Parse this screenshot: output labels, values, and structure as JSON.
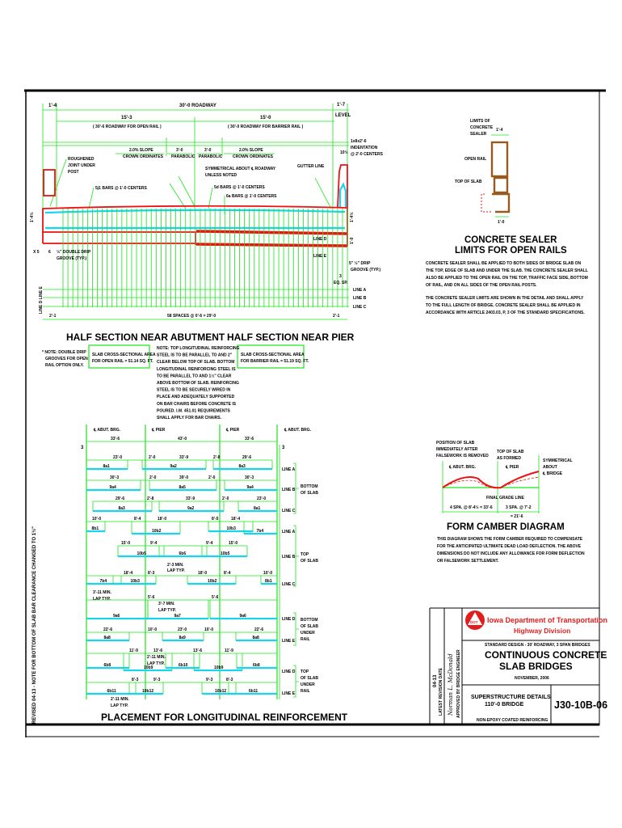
{
  "revision_note": "REVISED 04-13 - NOTE FOR BOTTOM OF SLAB BAR CLEARANCE CHANGED TO 1½\"",
  "cross_section": {
    "dim_left": "1'-4",
    "roadway": "30'-0 ROADWAY",
    "dim_right": "1'-7",
    "level": "LEVEL",
    "half_left": "15'-3",
    "half_right": "15'-0",
    "open_rail_roadway": "( 30'-6 ROADWAY FOR OPEN RAIL )",
    "barrier_rail_roadway": "( 30'-0 ROADWAY FOR BARRIER RAIL )",
    "slope_left": [
      "2.0% SLOPE",
      "CROWN ORDINATES"
    ],
    "parabolic_left": [
      "3'-0",
      "PARABOLIC"
    ],
    "parabolic_right": [
      "3'-0",
      "PARABOLIC"
    ],
    "slope_right": [
      "2.0% SLOPE",
      "CROWN ORDINATES"
    ],
    "roughened": [
      "ROUGHENED",
      "JOINT UNDER",
      "POST"
    ],
    "symmetrical": [
      "SYMMETRICAL ABOUT ℄ ROADWAY",
      "UNLESS NOTED"
    ],
    "gutter_line": "GUTTER LINE",
    "indentation": [
      "1x8x2'-6",
      "INDENTATION",
      "@ 2'-0 CENTERS"
    ],
    "ten_half": "10½",
    "bars_j1": "5j1 BARS @ 1'-0 CENTERS",
    "bars_d": "5d BARS @ 1'-0 CENTERS",
    "bars_a": "6a BARS @ 1'-0 CENTERS",
    "depth_left": "1'-4½",
    "depth_right": "1'-4½",
    "depth_right2": "1'-0",
    "x5": "X 5",
    "six": "6",
    "double_drip": [
      "½\" DOUBLE DRIP",
      "GROOVE (TYP.)"
    ],
    "drip": [
      "5\" ½\" DRIP",
      "GROOVE (TYP.)"
    ],
    "eq_sp": [
      "3",
      "EQ. SP."
    ],
    "line_d": "LINE D",
    "line_e": "LINE E",
    "line_a": "LINE A",
    "line_b": "LINE B",
    "line_c": "LINE C",
    "side_lines": "LINE D  LINE E",
    "end_left": "2'-1",
    "spaces": "58 SPACES @ 0'-6 = 29'-0",
    "end_right": "2'-1"
  },
  "sealer_detail": {
    "limits": [
      "LIMITS OF",
      "CONCRETE",
      "SEALER"
    ],
    "width": "1'-4",
    "open_rail": "OPEN RAIL",
    "top_of_slab": "TOP OF SLAB",
    "bottom_width": "1'-0",
    "title": [
      "CONCRETE SEALER",
      "LIMITS FOR OPEN RAILS"
    ],
    "para1": [
      "CONCRETE SEALER SHALL BE APPLIED TO BOTH SIDES OF BRIDGE SLAB ON",
      "THE TOP, EDGE OF SLAB AND UNDER THE SLAB. THE CONCRETE SEALER SHALL",
      "ALSO BE APPLIED TO THE OPEN RAIL ON THE TOP, TRAFFIC FACE SIDE, BOTTOM",
      "OF RAIL, AND ON ALL SIDES OF THE OPEN RAIL POSTS."
    ],
    "para2": [
      "THE CONCRETE SEALER LIMITS ARE SHOWN IN THE DETAIL AND SHALL APPLY",
      "TO THE FULL LENGTH OF BRIDGE. CONCRETE SEALER SHALL BE APPLIED IN",
      "ACCORDANCE WITH ARTICLE 2403.03, P, 3 OF THE STANDARD SPECIFICATIONS."
    ]
  },
  "half_sections": {
    "abutment_title": "HALF SECTION NEAR ABUTMENT",
    "pier_title": "HALF SECTION NEAR PIER",
    "drip_note": [
      "* NOTE: DOUBLE DRIP",
      "GROOVES FOR OPEN",
      "RAIL OPTION ONLY."
    ],
    "open_rail_area": [
      "SLAB CROSS-SECTIONAL AREA",
      "FOR OPEN RAIL = 51.14 SQ. FT."
    ],
    "barrier_rail_area": [
      "SLAB CROSS-SECTIONAL AREA",
      "FOR BARRIER RAIL = 51.19 SQ. FT."
    ],
    "top_note": [
      "NOTE: TOP LONGITUDINAL REINFORCING",
      "STEEL IS TO BE PARALLEL TO AND 2\"",
      "CLEAR BELOW TOP OF SLAB. BOTTOM",
      "LONGITUDINAL REINFORCING STEEL IS",
      "TO BE PARALLEL TO AND 1½\" CLEAR",
      "ABOVE BOTTOM OF SLAB. REINFORCING",
      "STEEL IS TO BE SECURELY WIRED IN",
      "PLACE AND ADEQUATELY SUPPORTED",
      "ON BAR CHAIRS BEFORE CONCRETE IS",
      "POURED. I.M. 451.01 REQUIREMENTS",
      "SHALL APPLY FOR BAR CHAIRS."
    ]
  },
  "placement": {
    "title": "PLACEMENT FOR LONGITUDINAL REINFORCEMENT",
    "supports": [
      "℄ ABUT. BRG.",
      "℄ PIER",
      "℄ PIER",
      "℄ ABUT. BRG."
    ],
    "spans": [
      "33'-6",
      "43'-0",
      "33'-6"
    ],
    "end_offset": "3",
    "bottom_a": {
      "dims": [
        "23'-0",
        "2'-0",
        "33'-9",
        "2'-8",
        "29'-6"
      ],
      "bars": [
        "8a1",
        "9a2",
        "8a3"
      ]
    },
    "bottom_b": {
      "dims": [
        "30'-3",
        "2'-0",
        "39'-0",
        "2'-0",
        "30'-3"
      ],
      "bars": [
        "9a4",
        "8a5",
        "9a4"
      ]
    },
    "bottom_c": {
      "dims": [
        "29'-6",
        "2'-8",
        "33'-9",
        "2'-0",
        "23'-0"
      ],
      "bars": [
        "8a3",
        "9a2",
        "8a1"
      ]
    },
    "top_a": {
      "dims": [
        "10'-0",
        "8'-4",
        "18'-0",
        "8'-5",
        "18'-4"
      ],
      "bars": [
        "8b1",
        "10b2",
        "10b3",
        "7b4"
      ]
    },
    "top_b": {
      "dims": [
        "15'-0",
        "9'-4",
        "9'-4",
        "15'-0"
      ],
      "bars": [
        "10b5",
        "6b6",
        "10b5"
      ]
    },
    "top_c": {
      "dims": [
        "18'-4",
        "8'-3",
        "18'-0",
        "8'-4",
        "10'-0"
      ],
      "bars": [
        "7b4",
        "10b3",
        "10b2",
        "8b1"
      ]
    },
    "bottom_d": {
      "dims": [
        "5'-6",
        "5'-6"
      ],
      "bars": [
        "9a6",
        "9a7",
        "9a6"
      ]
    },
    "bottom_e": {
      "dims": [
        "22'-6",
        "10'-0",
        "23'-0",
        "10'-0",
        "22'-6"
      ],
      "bars": [
        "8a8",
        "8a9",
        "8a8"
      ]
    },
    "top_d": {
      "dims": [
        "11'-9",
        "13'-6",
        "13'-6",
        "11'-9"
      ],
      "bars": [
        "6b8",
        "10b9",
        "6b10",
        "10b9",
        "6b8"
      ]
    },
    "top_e": {
      "dims": [
        "8'-3",
        "9'-3",
        "9'-3",
        "8'-3"
      ],
      "bars": [
        "6b11",
        "10b12",
        "10b12",
        "6b11"
      ]
    },
    "laps": {
      "l1": [
        "2'-3 MIN.",
        "LAP TYP."
      ],
      "l2": [
        "3'-11 MIN.",
        "LAP TYP."
      ],
      "l3": [
        "3'-7 MIN.",
        "LAP TYP."
      ],
      "l4": [
        "2'-11 MIN.",
        "LAP TYP."
      ],
      "l5": [
        "2'-11 MIN.",
        "LAP TYP."
      ]
    },
    "lines": [
      "LINE A",
      "LINE B",
      "LINE C",
      "LINE A",
      "LINE B",
      "LINE C",
      "LINE D",
      "LINE E",
      "LINE D",
      "LINE E"
    ],
    "groups": {
      "bottom": [
        "BOTTOM",
        "OF SLAB"
      ],
      "top": [
        "TOP",
        "OF SLAB"
      ],
      "bottom_rail": [
        "BOTTOM",
        "OF SLAB",
        "UNDER",
        "RAIL"
      ],
      "top_rail": [
        "TOP",
        "OF SLAB",
        "UNDER",
        "RAIL"
      ]
    }
  },
  "camber": {
    "position": [
      "POSITION OF SLAB",
      "IMMEDIATELY AFTER",
      "FALSEWORK IS REMOVED"
    ],
    "as_formed": [
      "TOP OF SLAB",
      "AS FORMED"
    ],
    "abut": "℄ ABUT. BRG.",
    "pier": "℄ PIER",
    "symmetrical": [
      "SYMMETRICAL",
      "ABOUT",
      "℄ BRIDGE"
    ],
    "final_grade": "FINAL GRADE LINE",
    "spa_left": "4 SPA. @ 8'-4½ = 33'-6",
    "spa_right": [
      "3 SPA. @ 7'-2",
      "= 21'-6"
    ],
    "title": "FORM CAMBER DIAGRAM",
    "text": [
      "THIS DIAGRAM SHOWS THE FORM CAMBER REQUIRED TO COMPENSATE",
      "FOR THE ANTICIPATED ULTIMATE DEAD LOAD DEFLECTION. THE ABOVE",
      "DIMENSIONS DO NOT INCLUDE ANY ALLOWANCE FOR FORM DEFLECTION",
      "OR FALSEWORK SETTLEMENT."
    ]
  },
  "title_block": {
    "revision_date": "04-13",
    "revision_label": "LATEST REVISION DATE",
    "approved_label": "APPROVED BY BRIDGE ENGINEER",
    "signature": "Norman L. McDonald",
    "agency": "Iowa Department of Transportation",
    "division": "Highway Division",
    "logo_letters": "DOT",
    "standard": "STANDARD DESIGN - 30' ROADWAY, 3 SPAN BRIDGES",
    "title": [
      "CONTINUOUS CONCRETE",
      "SLAB BRIDGES"
    ],
    "date": "NOVEMBER, 2006",
    "sheet_title": [
      "SUPERSTRUCTURE DETAILS",
      "110'-0 BRIDGE"
    ],
    "sheet_number": "J30-10B-06",
    "reinforcing": "NON-EPOXY COATED REINFORCING",
    "brand_red": "#e11d1d"
  }
}
